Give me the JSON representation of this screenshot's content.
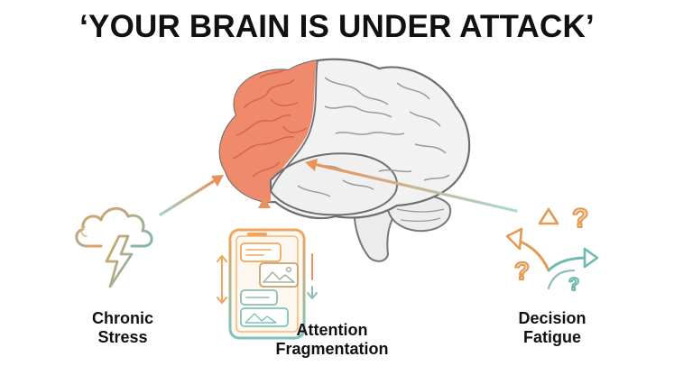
{
  "title": "‘YOUR BRAIN IS UNDER ATTACK’",
  "causes": [
    {
      "line1": "Chronic",
      "line2": "Stress",
      "icon": "storm-cloud-lightning-icon"
    },
    {
      "line1": "Attention",
      "line2": "Fragmentation",
      "icon": "smartphone-notifications-icon"
    },
    {
      "line1": "Decision",
      "line2": "Fatigue",
      "icon": "branching-arrows-question-icon"
    }
  ],
  "colors": {
    "prefrontal": "#f08a6c",
    "brain_rest": "#f1f1f1",
    "orange": "#e49a52",
    "teal": "#7fc0b8",
    "outline": "#777777"
  }
}
